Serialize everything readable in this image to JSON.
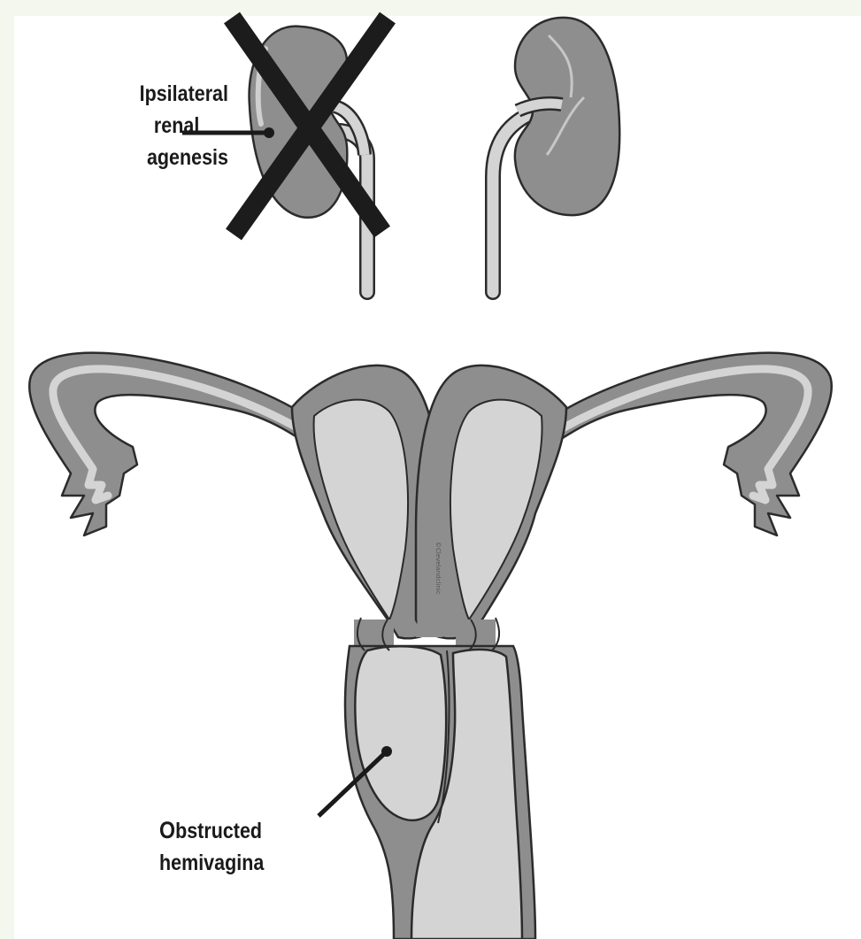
{
  "labels": {
    "agenesis": [
      "Ipsilateral",
      "renal",
      "agenesis"
    ],
    "obstructed": {
      "first_letter": "O",
      "line1_rest": "bstructed",
      "line2": "hemivagina"
    },
    "watermark": "©Clevelandclinic"
  },
  "colors": {
    "background": "#f4f7ee",
    "panel": "#ffffff",
    "dark_tissue": "#8e8e8e",
    "light_tissue": "#d4d4d4",
    "outline": "#2b2b2b",
    "cross": "#1c1c1c"
  }
}
